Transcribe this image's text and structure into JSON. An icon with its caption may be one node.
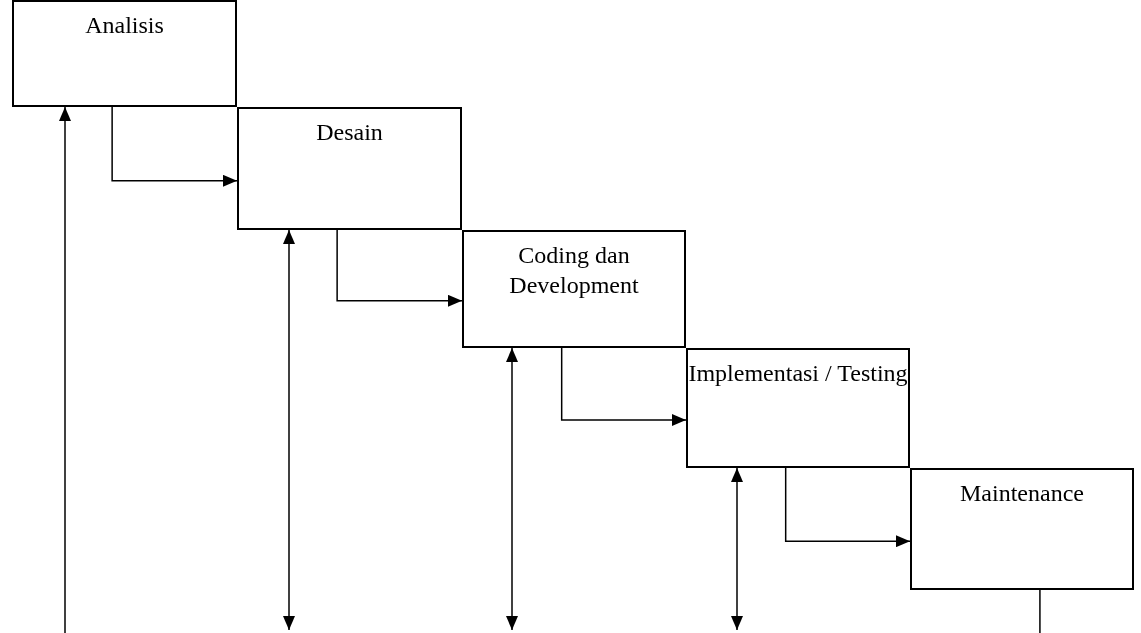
{
  "diagram": {
    "nodes": [
      {
        "text": [
          "Analisis"
        ]
      },
      {
        "text": [
          "Desain"
        ]
      },
      {
        "text": [
          "Coding dan Development"
        ]
      },
      {
        "text": [
          "Implementasi / Testing"
        ]
      },
      {
        "text": [
          "Maintenance"
        ]
      }
    ],
    "edges": [
      {
        "from": 0,
        "to": 1,
        "arrow": "to"
      },
      {
        "from": 1,
        "to": 2,
        "arrow": "to"
      },
      {
        "from": 2,
        "to": 3,
        "arrow": "to"
      },
      {
        "from": 3,
        "to": 4,
        "arrow": "to"
      },
      {
        "from": null,
        "to": 0,
        "arrow": "to"
      },
      {
        "from": null,
        "to": 1,
        "arrow": "both"
      },
      {
        "from": null,
        "to": 2,
        "arrow": "both"
      },
      {
        "from": null,
        "to": 3,
        "arrow": "both"
      },
      {
        "from": 4,
        "to": null,
        "arrow": "none"
      }
    ]
  }
}
